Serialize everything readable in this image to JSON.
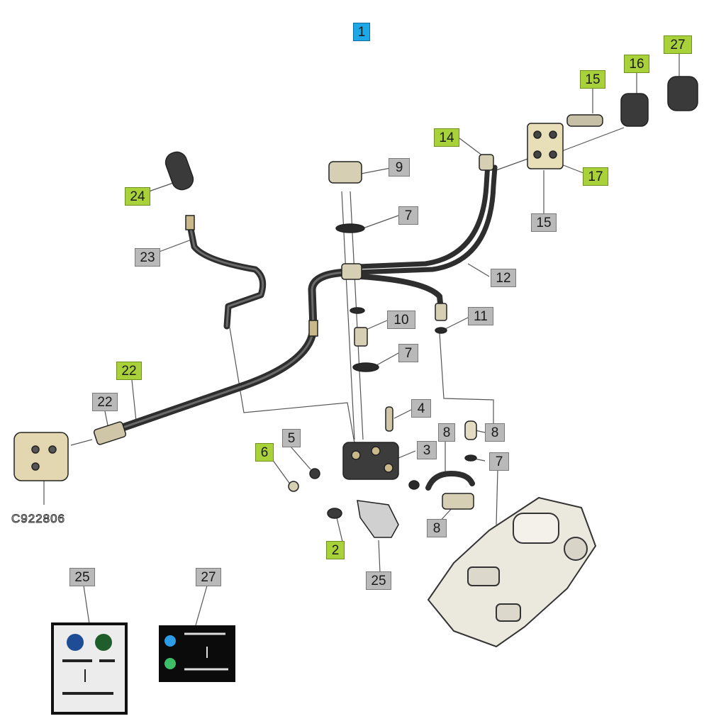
{
  "figure_id": "C922806",
  "callouts": [
    {
      "id": "c-1",
      "label": "1",
      "type": "blue"
    },
    {
      "id": "c-27-top",
      "label": "27",
      "type": "green"
    },
    {
      "id": "c-16",
      "label": "16",
      "type": "green"
    },
    {
      "id": "c-15-top",
      "label": "15",
      "type": "green"
    },
    {
      "id": "c-14",
      "label": "14",
      "type": "green"
    },
    {
      "id": "c-17",
      "label": "17",
      "type": "green"
    },
    {
      "id": "c-15-lower",
      "label": "15",
      "type": "gray"
    },
    {
      "id": "c-9",
      "label": "9",
      "type": "gray"
    },
    {
      "id": "c-7-a",
      "label": "7",
      "type": "gray"
    },
    {
      "id": "c-24",
      "label": "24",
      "type": "green"
    },
    {
      "id": "c-23",
      "label": "23",
      "type": "gray"
    },
    {
      "id": "c-12",
      "label": "12",
      "type": "gray"
    },
    {
      "id": "c-10",
      "label": "10",
      "type": "gray"
    },
    {
      "id": "c-11",
      "label": "11",
      "type": "gray"
    },
    {
      "id": "c-7-b",
      "label": "7",
      "type": "gray"
    },
    {
      "id": "c-22-green",
      "label": "22",
      "type": "green"
    },
    {
      "id": "c-22-gray",
      "label": "22",
      "type": "gray"
    },
    {
      "id": "c-4",
      "label": "4",
      "type": "gray"
    },
    {
      "id": "c-8-a",
      "label": "8",
      "type": "gray"
    },
    {
      "id": "c-8-b",
      "label": "8",
      "type": "gray"
    },
    {
      "id": "c-5",
      "label": "5",
      "type": "gray"
    },
    {
      "id": "c-6",
      "label": "6",
      "type": "green"
    },
    {
      "id": "c-3",
      "label": "3",
      "type": "gray"
    },
    {
      "id": "c-7-c",
      "label": "7",
      "type": "gray"
    },
    {
      "id": "c-8-c",
      "label": "8",
      "type": "gray"
    },
    {
      "id": "c-2",
      "label": "2",
      "type": "green"
    },
    {
      "id": "c-25-right",
      "label": "25",
      "type": "gray"
    },
    {
      "id": "c-25-left",
      "label": "25",
      "type": "gray"
    },
    {
      "id": "c-27-bottom",
      "label": "27",
      "type": "gray"
    }
  ]
}
